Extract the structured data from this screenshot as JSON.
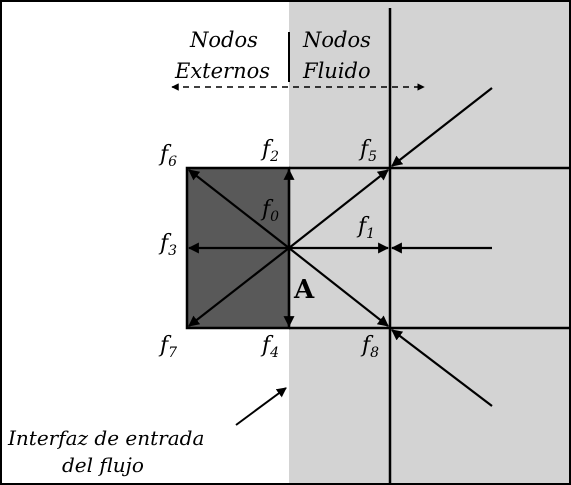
{
  "regions": {
    "left_label_line1": "Nodos",
    "left_label_line2": "Externos",
    "right_label_line1": "Nodos",
    "right_label_line2": "Fluido"
  },
  "node_label": "A",
  "distribution_labels": {
    "f6": {
      "base": "f",
      "sub": "6"
    },
    "f2": {
      "base": "f",
      "sub": "2"
    },
    "f5": {
      "base": "f",
      "sub": "5"
    },
    "f0": {
      "base": "f",
      "sub": "0"
    },
    "f3": {
      "base": "f",
      "sub": "3"
    },
    "f1": {
      "base": "f",
      "sub": "1"
    },
    "f7": {
      "base": "f",
      "sub": "7"
    },
    "f4": {
      "base": "f",
      "sub": "4"
    },
    "f8": {
      "base": "f",
      "sub": "8"
    }
  },
  "interface_note": {
    "line1": "Interfaz de entrada",
    "line2": "del flujo"
  },
  "colors": {
    "fluid_region": "#d3d3d3",
    "solid_cell": "#595959",
    "background": "#ffffff",
    "ink": "#000000"
  }
}
